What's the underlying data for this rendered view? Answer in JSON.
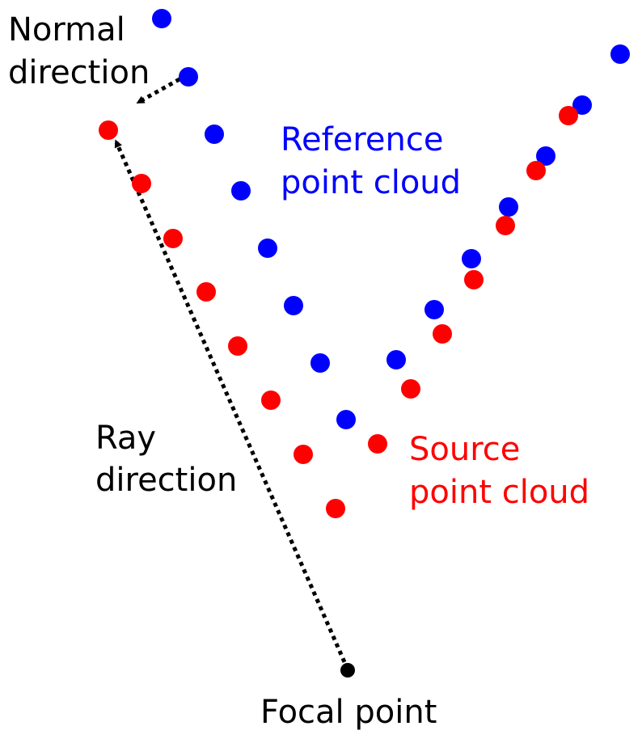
{
  "labels": {
    "normal_direction": [
      "Normal",
      "direction"
    ],
    "reference_point_cloud": [
      "Reference",
      "point cloud"
    ],
    "ray_direction": [
      "Ray",
      "direction"
    ],
    "source_point_cloud": [
      "Source",
      "point cloud"
    ],
    "focal_point": "Focal point"
  },
  "colors": {
    "reference": "#0000ff",
    "source": "#ff0000",
    "focal_point": "#000000",
    "arrow": "#000000",
    "text": "#000000"
  }
}
